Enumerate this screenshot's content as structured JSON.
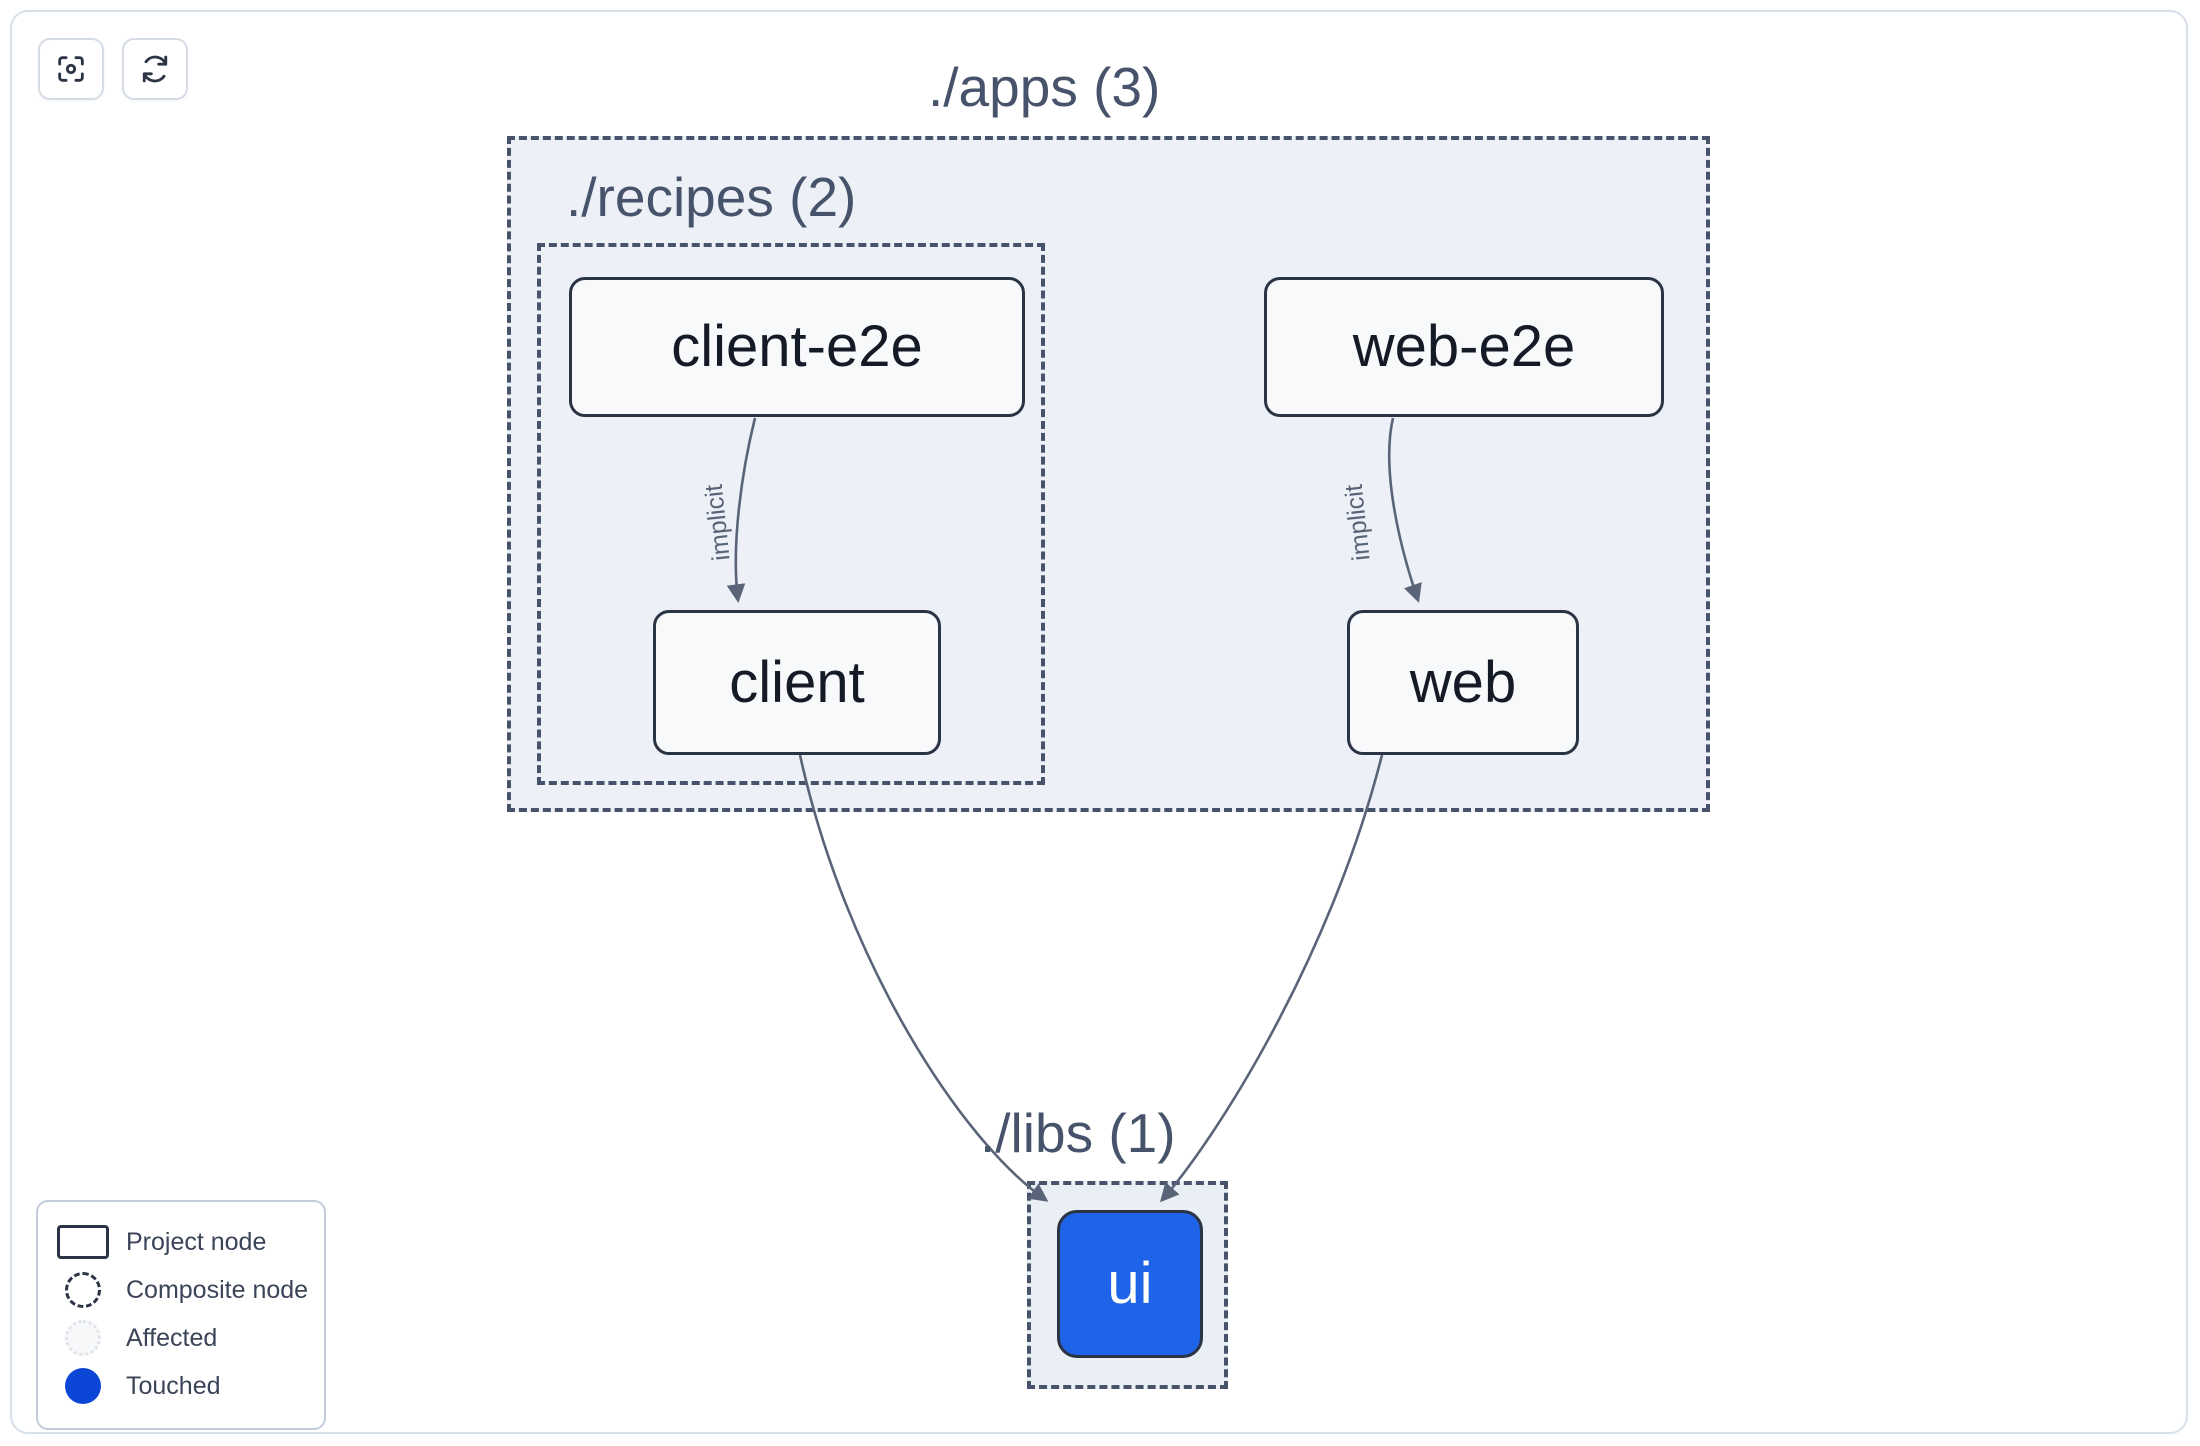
{
  "toolbar": {
    "buttons": [
      {
        "name": "focus-graph-button",
        "icon": "focus-scan-icon",
        "label": ""
      },
      {
        "name": "refresh-graph-button",
        "icon": "refresh-icon",
        "label": ""
      }
    ]
  },
  "graph": {
    "groups": [
      {
        "id": "apps",
        "label": "./apps (3)",
        "count": 3
      },
      {
        "id": "recipes",
        "label": "./recipes (2)",
        "count": 2
      },
      {
        "id": "libs",
        "label": "./libs (1)",
        "count": 1
      }
    ],
    "nodes": [
      {
        "id": "client-e2e",
        "label": "client-e2e",
        "state": "normal",
        "group": "recipes"
      },
      {
        "id": "client",
        "label": "client",
        "state": "normal",
        "group": "recipes"
      },
      {
        "id": "web-e2e",
        "label": "web-e2e",
        "state": "normal",
        "group": "apps"
      },
      {
        "id": "web",
        "label": "web",
        "state": "normal",
        "group": "apps"
      },
      {
        "id": "ui",
        "label": "ui",
        "state": "touched",
        "group": "libs"
      }
    ],
    "edges": [
      {
        "from": "client-e2e",
        "to": "client",
        "label": "implicit"
      },
      {
        "from": "web-e2e",
        "to": "web",
        "label": "implicit"
      },
      {
        "from": "client",
        "to": "ui",
        "label": ""
      },
      {
        "from": "web",
        "to": "ui",
        "label": ""
      }
    ]
  },
  "legend": {
    "items": [
      {
        "key": "project-node",
        "icon": "rect-outline-icon",
        "label": "Project node"
      },
      {
        "key": "composite-node",
        "icon": "dashed-circle-icon",
        "label": "Composite node"
      },
      {
        "key": "affected",
        "icon": "dotted-circle-icon",
        "label": "Affected"
      },
      {
        "key": "touched",
        "icon": "filled-circle-icon",
        "label": "Touched"
      }
    ]
  },
  "colors": {
    "touched": "#0b46d6",
    "node_border": "#2b3445",
    "node_fill": "#f8f9fb",
    "group_border": "#46536b",
    "group_fill": "#edf1f7",
    "edge": "#5a6478"
  }
}
